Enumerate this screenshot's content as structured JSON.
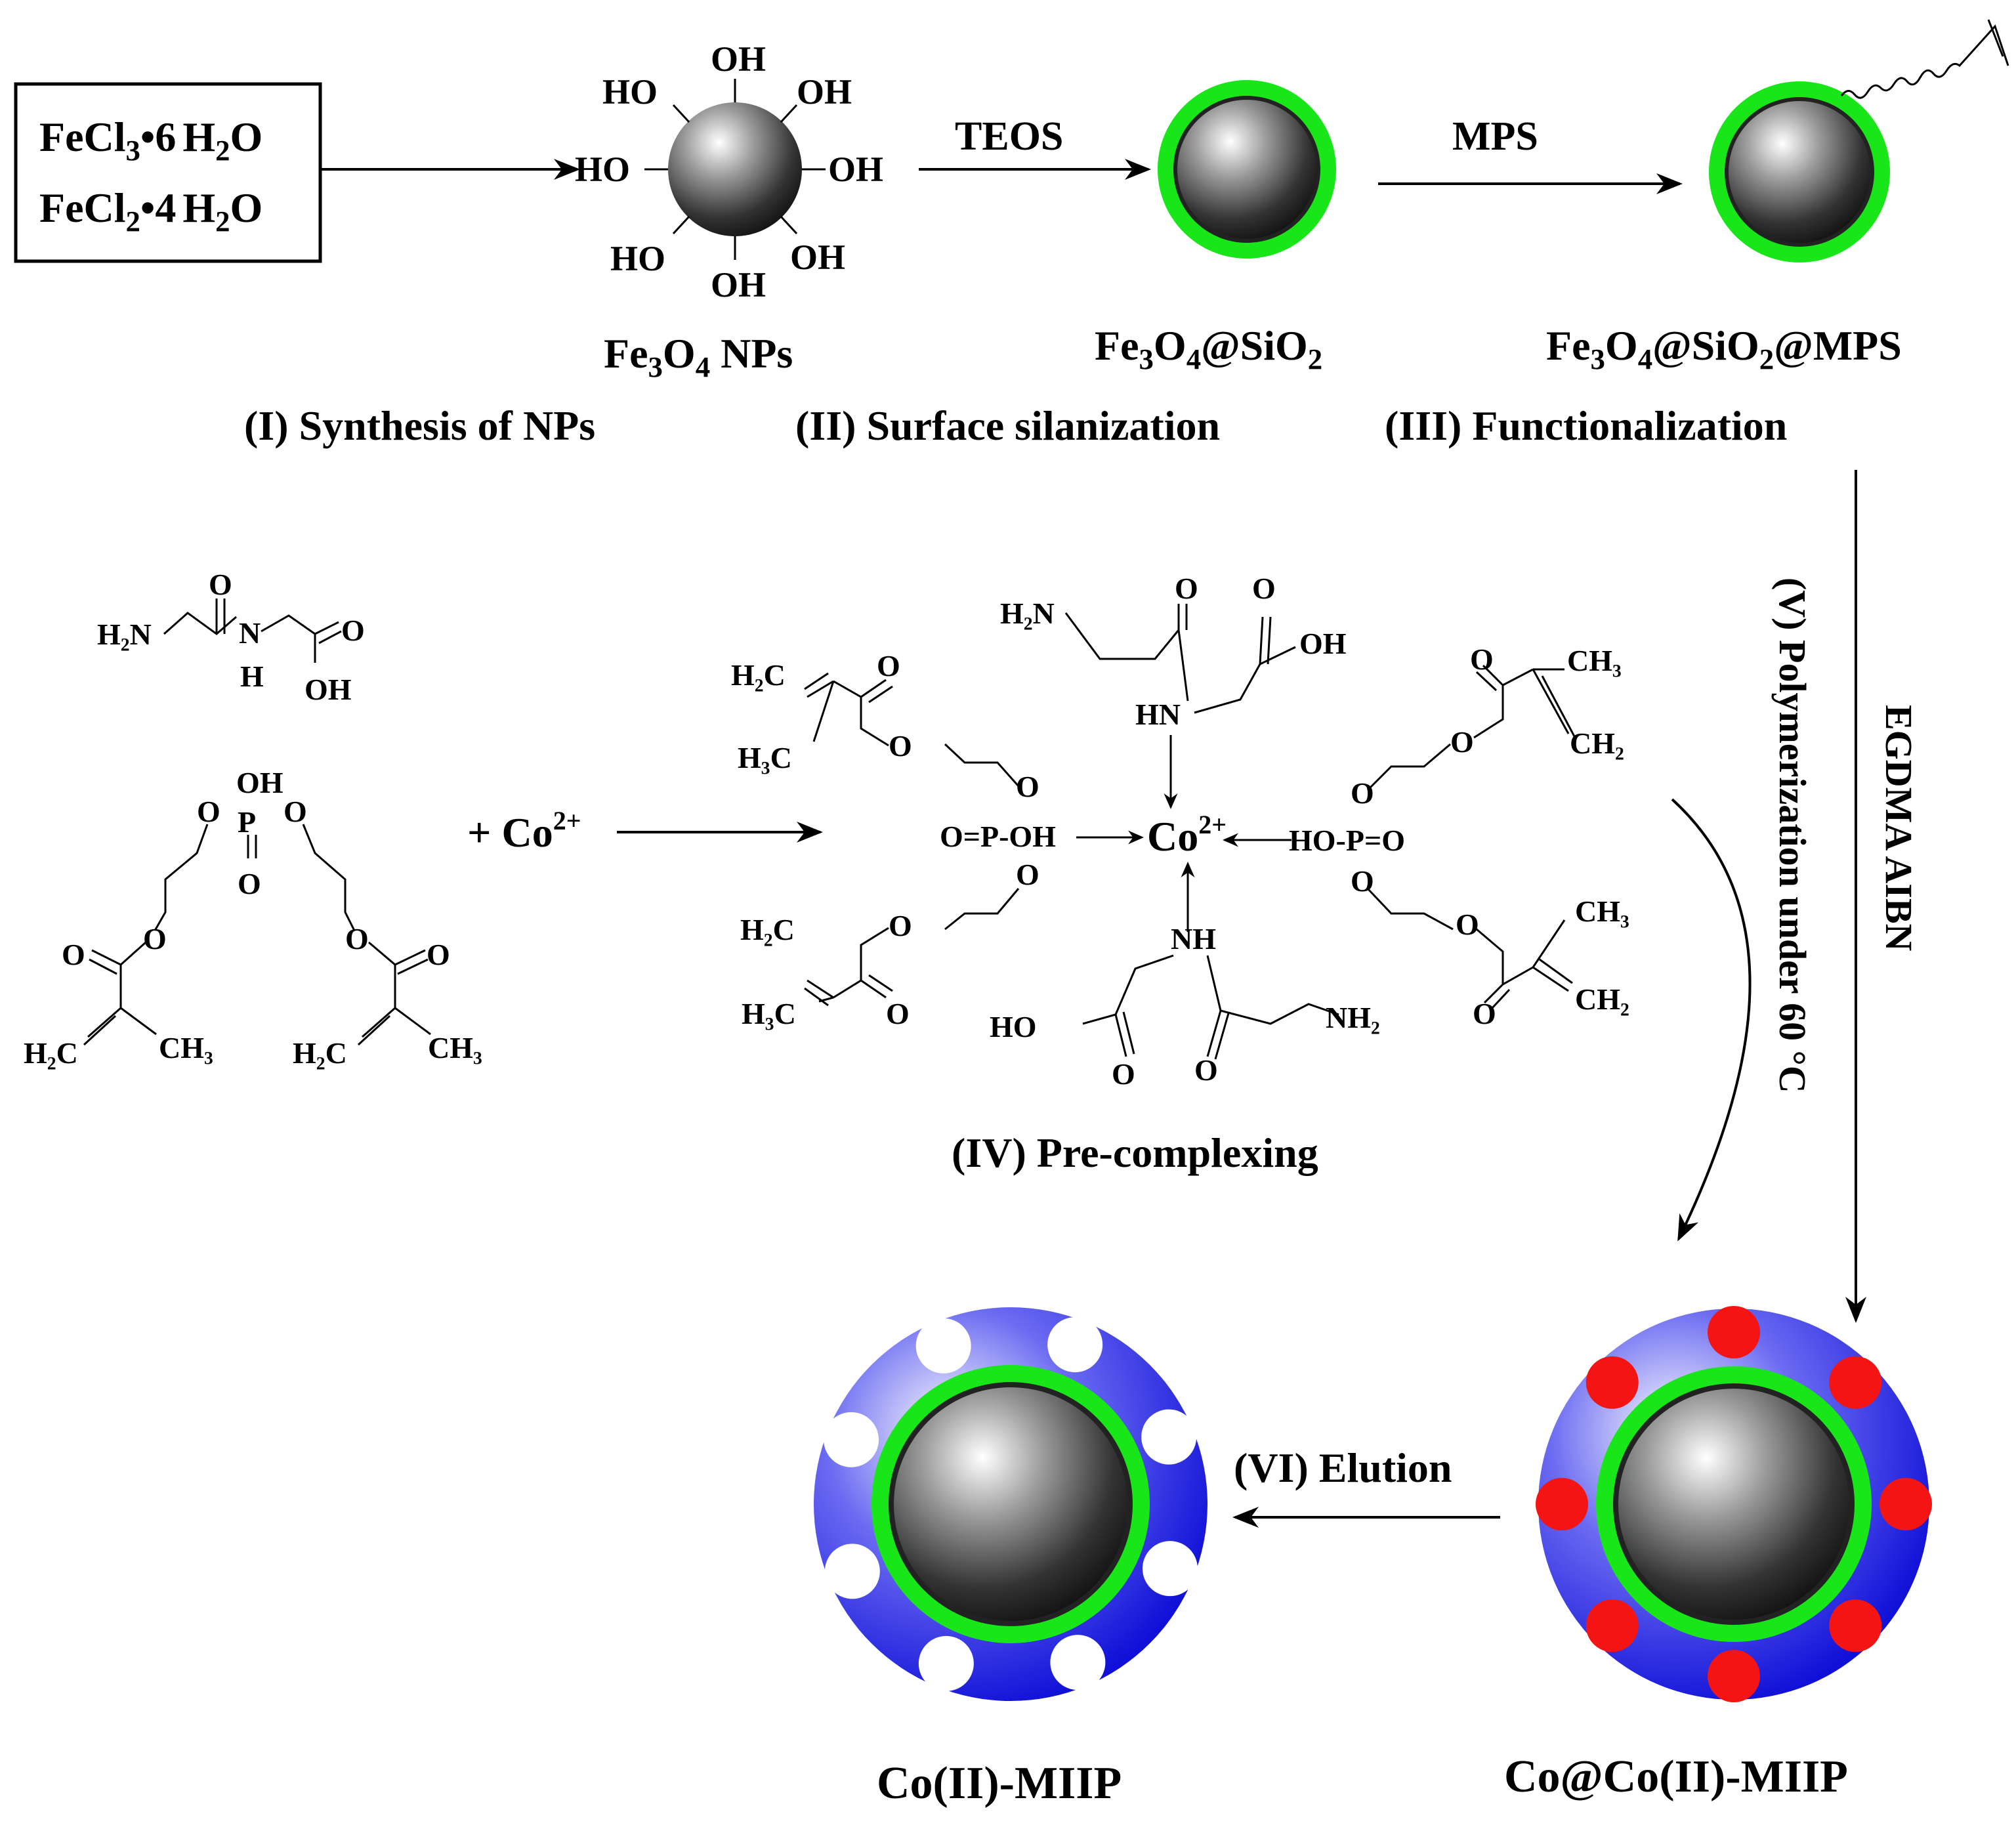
{
  "reactants": {
    "line1": {
      "a": "FeCl",
      "b": "3",
      "c": "•6",
      "d": "H",
      "e": "2",
      "f": "O"
    },
    "line2": {
      "a": "FeCl",
      "b": "2",
      "c": "•4",
      "d": "H",
      "e": "2",
      "f": "O"
    }
  },
  "steps": {
    "teos": "TEOS",
    "mps": "MPS",
    "s1": "(I) Synthesis of NPs",
    "s2": "(II) Surface silanization",
    "s3": "(III) Functionalization",
    "s4": "(IV) Pre-complexing",
    "s5": "(V) Polymerization under 60 °C",
    "s5_reagents": "EGDMA   AIBN",
    "s6": "(VI) Elution"
  },
  "products": {
    "fe3o4": {
      "a": "Fe",
      "b": "3",
      "c": "O",
      "d": "4",
      "e": " NPs"
    },
    "fe3o4_sio2": {
      "a": "Fe",
      "b": "3",
      "c": "O",
      "d": "4",
      "e": "@SiO",
      "f": "2"
    },
    "fe3o4_sio2_mps": {
      "a": "Fe",
      "b": "3",
      "c": "O",
      "d": "4",
      "e": "@SiO",
      "f": "2",
      "g": "@MPS"
    },
    "co_miip": "Co@Co(II)-MIIP",
    "miip": "Co(II)-MIIP"
  },
  "np_labels": {
    "oh": "OH",
    "ho": "HO"
  },
  "chem": {
    "h2n": "H₂N",
    "nh2": "NH₂",
    "o": "O",
    "n": "N",
    "h": "H",
    "oh": "OH",
    "ho": "HO",
    "hn": "HN",
    "nh": "NH",
    "p": "P",
    "h2c": "H₂C",
    "h3c": "H₃C",
    "ch3": "CH₃",
    "ch2": "CH₂",
    "co2_label": "+ Co",
    "co2_sup": "2+",
    "co_center": "Co",
    "co_center_sup": "2+",
    "opoh": "O=P-OH",
    "hopo": "HO-P=O"
  },
  "colors": {
    "core_light": "#ffffff",
    "core_dark": "#1a1a1a",
    "silica_shell": "#19e619",
    "polymer_shell": "#1414e6",
    "template_ion": "#f51414",
    "cavity": "#ffffff"
  }
}
